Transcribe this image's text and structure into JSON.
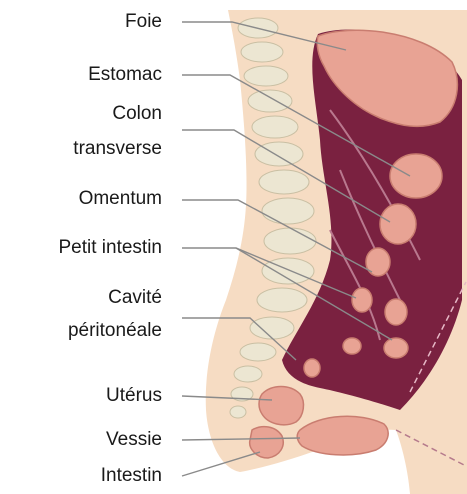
{
  "labels": {
    "liver": "Foie",
    "stomach": "Estomac",
    "transverse_colon_1": "Colon",
    "transverse_colon_2": "transverse",
    "omentum": "Omentum",
    "small_intestine": "Petit intestin",
    "peritoneal_cavity_1": "Cavité",
    "peritoneal_cavity_2": "péritonéale",
    "uterus": "Utérus",
    "bladder": "Vessie",
    "intestine": "Intestin"
  },
  "colors": {
    "skin": "#f6dcc3",
    "bone": "#ece6d2",
    "peritoneum": "#7a2140",
    "organ": "#e8a394",
    "leader_line": "#8a8a8a"
  }
}
